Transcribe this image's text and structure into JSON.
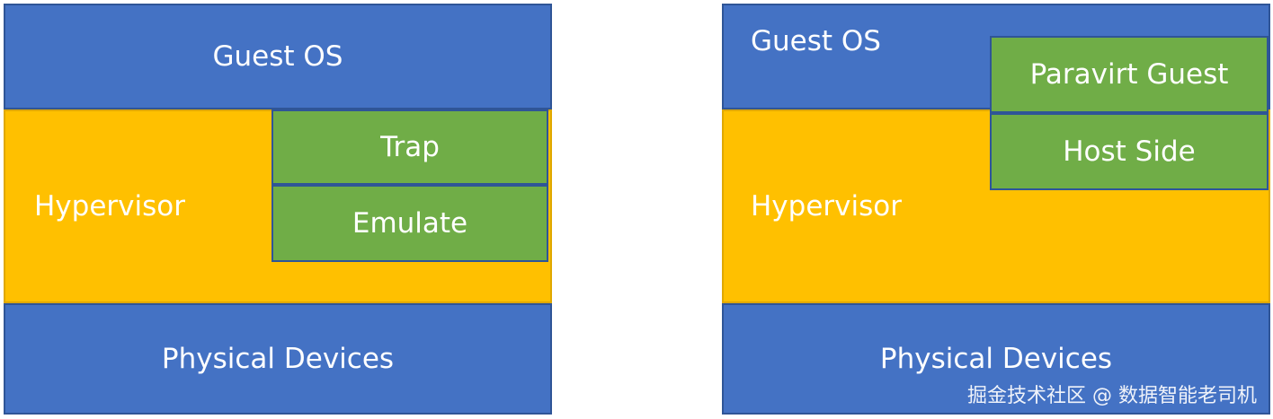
{
  "left_diagram": {
    "guest_os": "Guest OS",
    "hypervisor": "Hypervisor",
    "trap": "Trap",
    "emulate": "Emulate",
    "physical_devices": "Physical Devices"
  },
  "right_diagram": {
    "guest_os": "Guest OS",
    "paravirt_guest": "Paravirt Guest",
    "host_side": "Host Side",
    "hypervisor": "Hypervisor",
    "physical_devices": "Physical Devices"
  },
  "watermark": "掘金技术社区 @ 数据智能老司机",
  "colors": {
    "layer_blue": "#4472c4",
    "hypervisor_amber": "#ffc000",
    "component_green": "#70ad47"
  }
}
